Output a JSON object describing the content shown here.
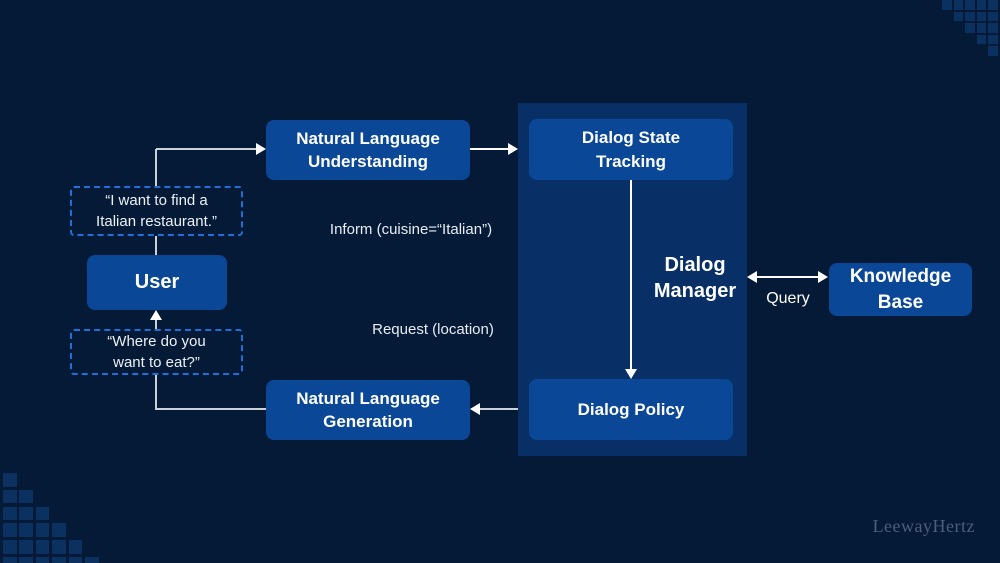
{
  "colors": {
    "background": "#041a37",
    "panel_fill": "#083067",
    "node_fill": "#0a4796",
    "dashed_accent": "#1f6fd9",
    "connector": "#ccd1d7",
    "arrow": "#ffffff",
    "watermark": "#4f5e7e",
    "pixel_square": "#0b3160"
  },
  "nodes": {
    "nlu": {
      "label": "Natural Language\nUnderstanding"
    },
    "dst": {
      "label": "Dialog State\nTracking"
    },
    "dialog_policy": {
      "label": "Dialog Policy"
    },
    "nlg": {
      "label": "Natural Language\nGeneration"
    },
    "user": {
      "label": "User"
    },
    "knowledge_base": {
      "label": "Knowledge\nBase"
    },
    "dialog_manager": {
      "label": "Dialog\nManager"
    }
  },
  "messages": {
    "user_utterance": "“I want to find a\nItalian restaurant.”",
    "system_utterance": "“Where do you\nwant to eat?”"
  },
  "edge_labels": {
    "inform": "Inform (cuisine=“Italian”)",
    "request": "Request (location)",
    "query": "Query"
  },
  "watermark": "LeewayHertz"
}
